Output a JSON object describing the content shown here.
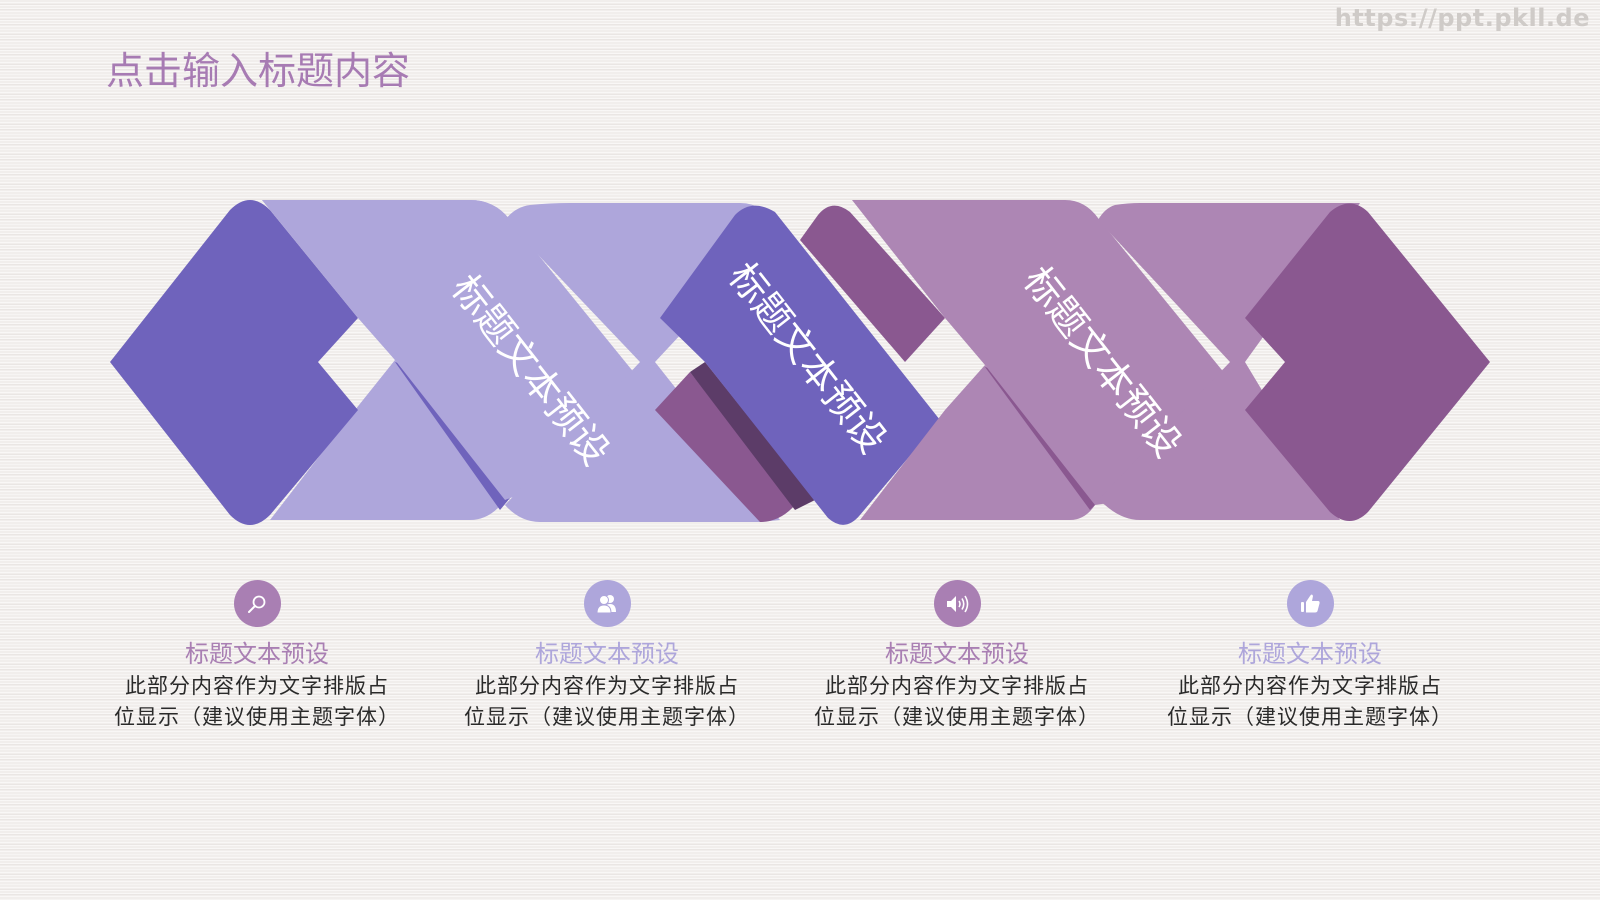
{
  "watermark": "https://ppt.pkll.de",
  "page_title": "点击输入标题内容",
  "colors": {
    "indigo": "#6f63bc",
    "lavender": "#aea6db",
    "plum_dark": "#8a5890",
    "plum_light": "#ad86b4",
    "shadow_dark": "#5c3c68",
    "background": "#f1eeec",
    "title": "#a77bb3"
  },
  "ribbon": {
    "labels": [
      "标题文本预设",
      "标题文本预设",
      "标题文本预设"
    ]
  },
  "features": [
    {
      "icon": "search-icon",
      "icon_color": "#a97fb3",
      "title": "标题文本预设",
      "title_color": "#a97fb3",
      "body_line1": "此部分内容作为文字排版占",
      "body_line2": "位显示（建议使用主题字体）"
    },
    {
      "icon": "users-icon",
      "icon_color": "#aea6db",
      "title": "标题文本预设",
      "title_color": "#aea6db",
      "body_line1": "此部分内容作为文字排版占",
      "body_line2": "位显示（建议使用主题字体）"
    },
    {
      "icon": "speaker-icon",
      "icon_color": "#a97fb3",
      "title": "标题文本预设",
      "title_color": "#a97fb3",
      "body_line1": "此部分内容作为文字排版占",
      "body_line2": "位显示（建议使用主题字体）"
    },
    {
      "icon": "thumbs-up-icon",
      "icon_color": "#aea6db",
      "title": "标题文本预设",
      "title_color": "#aea6db",
      "body_line1": "此部分内容作为文字排版占",
      "body_line2": "位显示（建议使用主题字体）"
    }
  ]
}
